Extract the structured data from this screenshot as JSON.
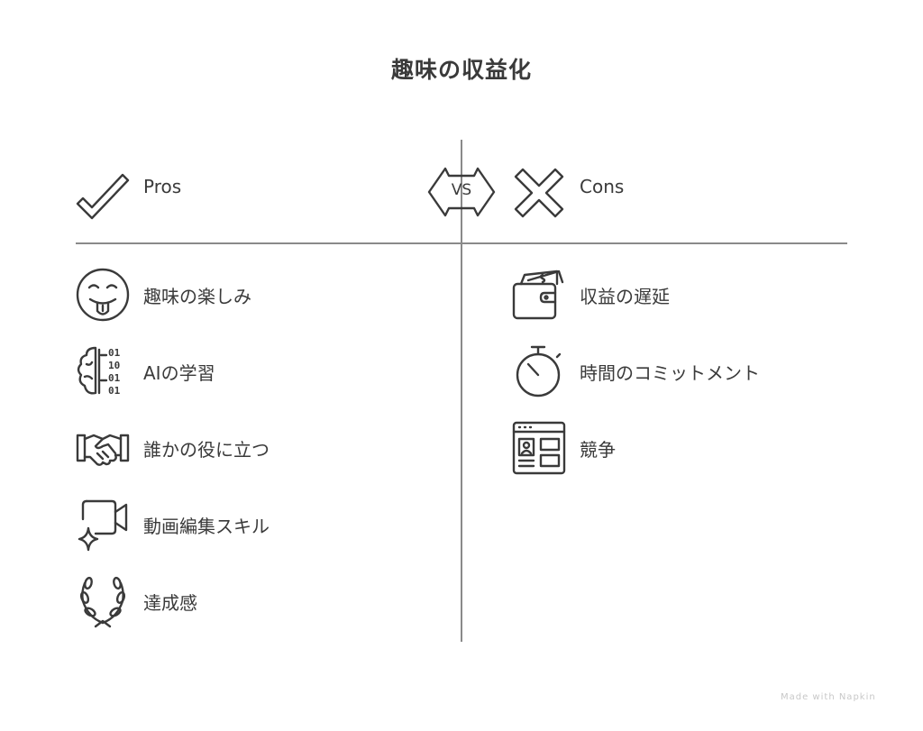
{
  "title": "趣味の収益化",
  "vs_label": "VS",
  "pros": {
    "heading": "Pros",
    "heading_icon": "checkmark-icon",
    "items": [
      {
        "label": "趣味の楽しみ",
        "icon": "tongue-out-face-icon"
      },
      {
        "label": "AIの学習",
        "icon": "brain-binary-icon"
      },
      {
        "label": "誰かの役に立つ",
        "icon": "handshake-icon"
      },
      {
        "label": "動画編集スキル",
        "icon": "video-camera-sparkle-icon"
      },
      {
        "label": "達成感",
        "icon": "laurel-wreath-icon"
      }
    ]
  },
  "cons": {
    "heading": "Cons",
    "heading_icon": "cross-icon",
    "items": [
      {
        "label": "収益の遅延",
        "icon": "wallet-money-icon"
      },
      {
        "label": "時間のコミットメント",
        "icon": "stopwatch-icon"
      },
      {
        "label": "競争",
        "icon": "browser-profile-icon"
      }
    ]
  },
  "watermark": "Made with Napkin",
  "colors": {
    "ink": "#3a3a3a",
    "divider": "#8a8a8a",
    "background": "#ffffff"
  }
}
